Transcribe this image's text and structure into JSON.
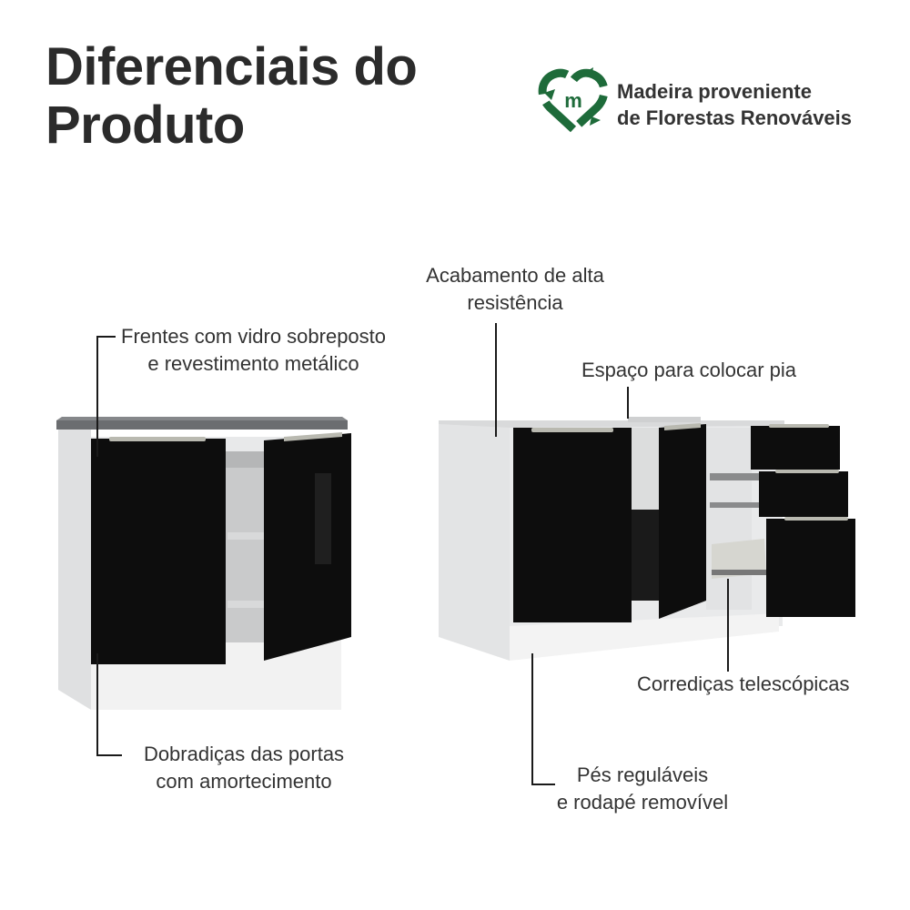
{
  "title": {
    "line1": "Diferenciais do",
    "line2": "Produto"
  },
  "badge": {
    "icon_letter": "m",
    "line1": "Madeira proveniente",
    "line2": "de Florestas Renováveis",
    "color": "#1e6b3a"
  },
  "features": {
    "frentes": {
      "line1": "Frentes com vidro sobreposto",
      "line2": "e revestimento metálico"
    },
    "acabamento": {
      "line1": "Acabamento de alta",
      "line2": "resistência"
    },
    "pia": {
      "line1": "Espaço para colocar pia"
    },
    "corredicas": {
      "line1": "Corrediças telescópicas"
    },
    "dobradicas": {
      "line1": "Dobradiças das portas",
      "line2": "com amortecimento"
    },
    "pes": {
      "line1": "Pés reguláveis",
      "line2": "e rodapé removível"
    }
  },
  "colors": {
    "door": "#0d0d0d",
    "carcass": "#eceded",
    "countertop": "#6b6d70",
    "handle": "#b9b9b0",
    "leader": "#1a1a1a"
  }
}
